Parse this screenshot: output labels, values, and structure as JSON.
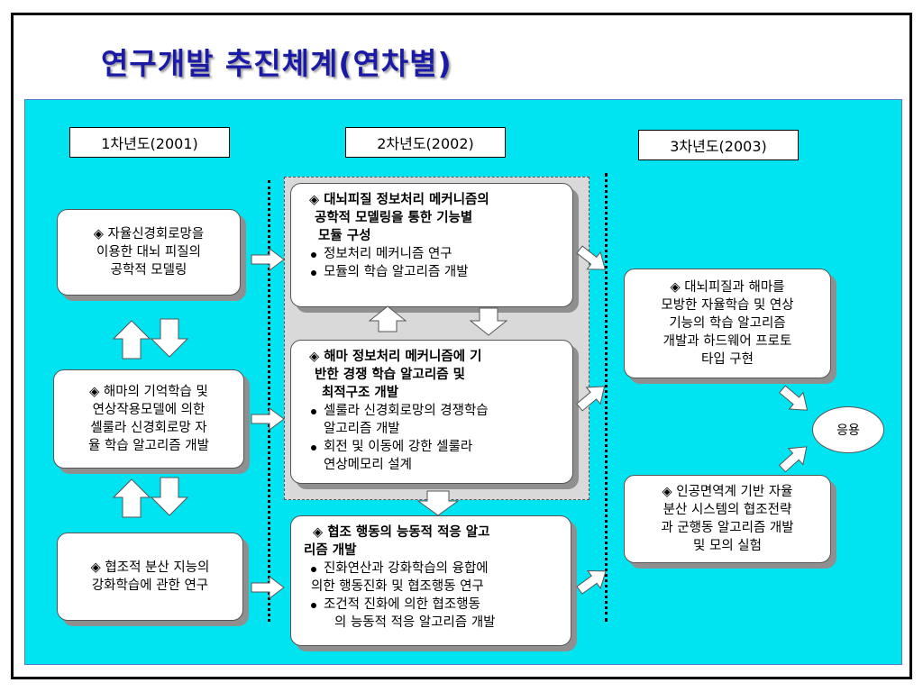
{
  "title": "연구개발 추진체계(연차별)",
  "years": [
    "1차년도(2001)",
    "2차년도(2002)",
    "3차년도(2003)"
  ],
  "col1": [
    [
      "◈  자율신경회로망을",
      "이용한 대뇌 피질의",
      "공학적 모델링"
    ],
    [
      "◈ 해마의 기억학습 및",
      "연상작용모델에 의한",
      "셀룰라 신경회로망 자",
      "율 학습 알고리즘 개발"
    ],
    [
      "◈ 협조적 분산 지능의",
      "강화학습에 관한 연구"
    ]
  ],
  "col2": [
    {
      "head": [
        "◈ 대뇌피질 정보처리 메커니즘의",
        "공학적 모델링을 통한 기능별",
        "모듈 구성"
      ],
      "bullets": [
        [
          "정보처리 메커니즘 연구"
        ],
        [
          "모듈의 학습 알고리즘 개발"
        ]
      ]
    },
    {
      "head": [
        "◈ 해마 정보처리 메커니즘에 기",
        "반한 경쟁 학습 알고리즘  및",
        "최적구조 개발"
      ],
      "bullets": [
        [
          "셀룰라 신경회로망의 경쟁학습",
          "알고리즘 개발"
        ],
        [
          "회전 및 이동에 강한 셀룰라",
          "연상메모리 설계"
        ]
      ]
    },
    {
      "head": [
        "◈ 협조 행동의 능동적 적응 알고",
        "리즘 개발"
      ],
      "bullets": [
        [
          "진화연산과 강화학습의 융합에",
          "의한 행동진화 및 협조행동 연구"
        ],
        [
          "조건적 진화에 의한 협조행동",
          "의 능동적 적응 알고리즘 개발"
        ]
      ]
    }
  ],
  "col3": [
    [
      "◈     대뇌피질과 해마를",
      "모방한 자율학습 및 연상",
      "기능의 학습 알고리즘",
      "개발과 하드웨어 프로토",
      "타입 구현"
    ],
    [
      "◈  인공면역계 기반 자율",
      "분산 시스템의 협조전략",
      "과 군행동 알고리즘 개발",
      "및 모의 실험"
    ]
  ],
  "application": "응용"
}
